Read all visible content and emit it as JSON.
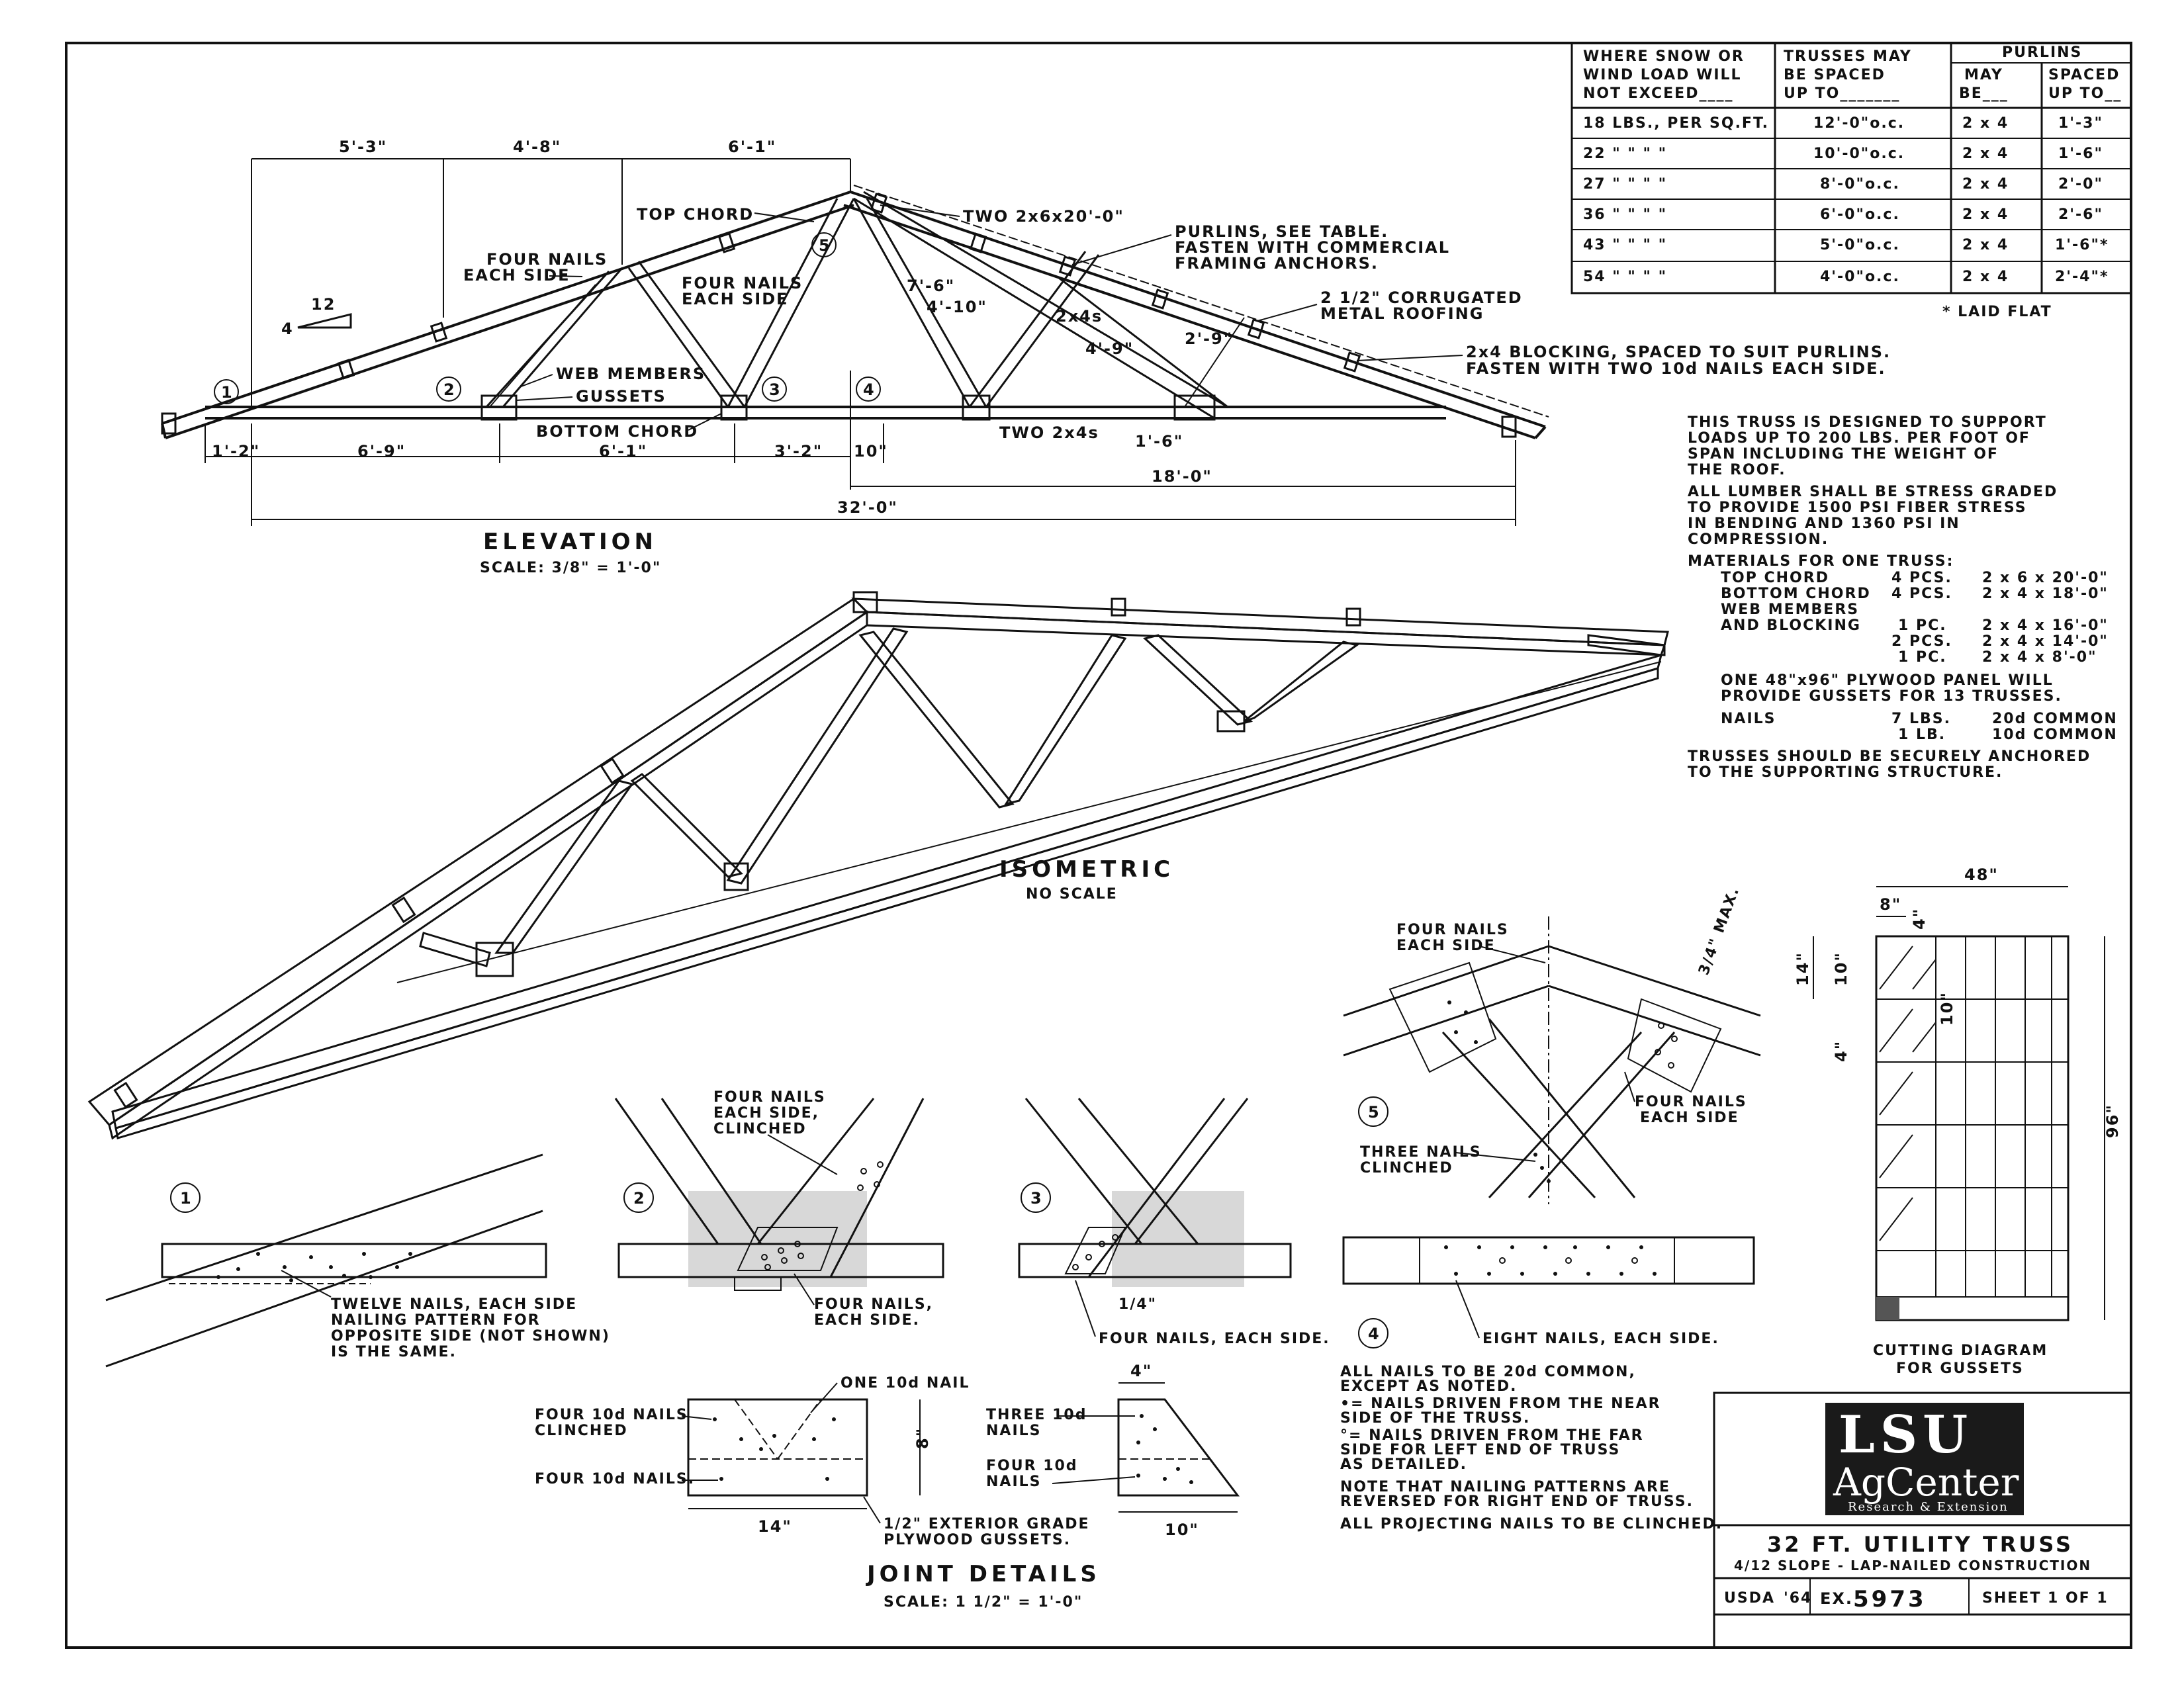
{
  "snow_table": {
    "headers": {
      "load": [
        "WHERE SNOW OR",
        "WIND LOAD WILL",
        "NOT EXCEED____"
      ],
      "trusses": [
        "TRUSSES MAY",
        "BE SPACED",
        "UP TO_______"
      ],
      "purlins": "PURLINS",
      "may": [
        "MAY",
        "BE___"
      ],
      "spaced": [
        "SPACED",
        "UP TO__"
      ]
    },
    "rows": [
      {
        "load": "18  LBS., PER SQ.FT.",
        "truss": "12'-0\"o.c.",
        "size": "2 x 4",
        "spacing": "1'-3\""
      },
      {
        "load": "22    \"     \"    \"    \"",
        "truss": "10'-0\"o.c.",
        "size": "2 x 4",
        "spacing": "1'-6\""
      },
      {
        "load": "27    \"     \"    \"    \"",
        "truss": "8'-0\"o.c.",
        "size": "2 x 4",
        "spacing": "2'-0\""
      },
      {
        "load": "36    \"     \"    \"    \"",
        "truss": "6'-0\"o.c.",
        "size": "2 x 4",
        "spacing": "2'-6\""
      },
      {
        "load": "43    \"     \"    \"    \"",
        "truss": "5'-0\"o.c.",
        "size": "2 x 4",
        "spacing": "1'-6\"*"
      },
      {
        "load": "54    \"     \"    \"    \"",
        "truss": "4'-0\"o.c.",
        "size": "2 x 4",
        "spacing": "2'-4\"*"
      }
    ],
    "footnote": "* LAID FLAT"
  },
  "elevation": {
    "caption": "ELEVATION",
    "scale": "SCALE: 3/8\" = 1'-0\"",
    "dims_top": [
      "5'-3\"",
      "4'-8\"",
      "6'-1\""
    ],
    "dims_bottom": [
      "1'-2\"",
      "6'-9\"",
      "6'-1\"",
      "3'-2\"",
      "10\"",
      "18'-0\"",
      "32'-0\""
    ],
    "dims_web": [
      "7'-6\"",
      "4'-10\"",
      "4'-9\"",
      "2'-9\"",
      "1'-6\""
    ],
    "slope": [
      "12",
      "4"
    ],
    "joints": [
      "1",
      "2",
      "3",
      "4",
      "5"
    ],
    "labels": {
      "top_chord": "TOP CHORD",
      "two_2x6": "TWO 2x6x20'-0\"",
      "purlins": [
        "PURLINS, SEE TABLE.",
        "FASTEN WITH COMMERCIAL",
        "FRAMING ANCHORS."
      ],
      "four_nails_a": [
        "FOUR NAILS",
        "EACH SIDE"
      ],
      "four_nails_b": [
        "FOUR NAILS",
        "EACH SIDE"
      ],
      "roofing": [
        "2 1/2\" CORRUGATED",
        "METAL ROOFING"
      ],
      "two_2x4s_web": "2x4s",
      "blocking": [
        "2x4 BLOCKING, SPACED TO SUIT PURLINS.",
        "FASTEN WITH TWO 10d NAILS EACH SIDE."
      ],
      "web_members": "WEB MEMBERS",
      "gussets": "GUSSETS",
      "bottom_chord": "BOTTOM CHORD",
      "two_2x4s": "TWO 2x4s"
    }
  },
  "notes": {
    "design": [
      "THIS TRUSS IS DESIGNED TO SUPPORT",
      "LOADS UP TO 200 LBS. PER FOOT OF",
      "SPAN INCLUDING THE WEIGHT OF",
      "THE ROOF."
    ],
    "lumber": [
      "ALL LUMBER SHALL BE STRESS GRADED",
      "TO PROVIDE 1500 PSI FIBER STRESS",
      "IN BENDING AND 1360 PSI IN",
      "COMPRESSION."
    ],
    "materials_title": "MATERIALS FOR ONE TRUSS:",
    "materials": [
      {
        "item": "TOP CHORD",
        "qty": "4 PCS.",
        "size": "2 x 6 x 20'-0\""
      },
      {
        "item": "BOTTOM CHORD",
        "qty": "4 PCS.",
        "size": "2 x 4 x 18'-0\""
      },
      {
        "item": "WEB MEMBERS",
        "qty": "",
        "size": ""
      },
      {
        "item": "AND BLOCKING",
        "qty": "1 PC.",
        "size": "2 x 4 x 16'-0\""
      },
      {
        "item": "",
        "qty": "2 PCS.",
        "size": "2 x 4 x 14'-0\""
      },
      {
        "item": "",
        "qty": "1 PC.",
        "size": "2 x 4 x 8'-0\""
      }
    ],
    "plywood": [
      "ONE 48\"x96\" PLYWOOD PANEL WILL",
      "PROVIDE GUSSETS FOR 13 TRUSSES."
    ],
    "nails": [
      {
        "item": "NAILS",
        "qty": "7 LBS.",
        "size": "20d COMMON"
      },
      {
        "item": "",
        "qty": "1 LB.",
        "size": "10d COMMON"
      }
    ],
    "anchor": [
      "TRUSSES SHOULD BE SECURELY ANCHORED",
      "TO THE SUPPORTING STRUCTURE."
    ]
  },
  "isometric": {
    "caption": "ISOMETRIC",
    "sub": "NO SCALE"
  },
  "details": {
    "d1": {
      "num": "1",
      "note": [
        "TWELVE NAILS, EACH SIDE",
        "NAILING PATTERN FOR",
        "OPPOSITE SIDE (NOT SHOWN)",
        "IS THE SAME."
      ]
    },
    "d2": {
      "num": "2",
      "top": [
        "FOUR NAILS",
        "EACH SIDE,",
        "CLINCHED"
      ],
      "bottom": [
        "FOUR NAILS,",
        "EACH SIDE."
      ]
    },
    "d3": {
      "num": "3",
      "note": "FOUR NAILS, EACH SIDE.",
      "dim": "1/4\""
    },
    "d4": {
      "num": "4",
      "note": "EIGHT NAILS, EACH SIDE."
    },
    "d5": {
      "num": "5",
      "tl": [
        "FOUR NAILS",
        "EACH SIDE"
      ],
      "r": [
        "FOUR NAILS",
        "EACH SIDE"
      ],
      "b": [
        "THREE NAILS",
        "CLINCHED"
      ],
      "max": "3/4\" MAX."
    }
  },
  "joint_details": {
    "caption": "JOINT DETAILS",
    "scale": "SCALE: 1 1/2\" = 1'-0\"",
    "one_10d": "ONE 10d NAIL",
    "four_10d_clinched": [
      "FOUR 10d NAILS",
      "CLINCHED"
    ],
    "four_10d": "FOUR 10d NAILS.",
    "three_10d": [
      "THREE 10d",
      "NAILS"
    ],
    "four_10d_b": [
      "FOUR 10d",
      "NAILS"
    ],
    "plywood": [
      "1/2\" EXTERIOR GRADE",
      "PLYWOOD GUSSETS."
    ],
    "dims": {
      "w14": "14\"",
      "h8": "8\"",
      "w4": "4\"",
      "w10": "10\""
    }
  },
  "gusset_cut": {
    "w": "48\"",
    "h": "96\"",
    "a": "8\"",
    "b": "4\"",
    "c": "14\"",
    "d": "10\"",
    "e": "10\"",
    "f": "4\"",
    "caption": [
      "CUTTING DIAGRAM",
      "FOR GUSSETS"
    ]
  },
  "general_notes": [
    "ALL NAILS TO BE 20d COMMON,",
    "EXCEPT AS NOTED.",
    "•= NAILS DRIVEN FROM THE NEAR",
    "SIDE OF THE TRUSS.",
    "°= NAILS DRIVEN FROM THE FAR",
    "SIDE FOR LEFT END OF TRUSS",
    "AS DETAILED.",
    "NOTE THAT NAILING PATTERNS ARE",
    "REVERSED FOR RIGHT END OF TRUSS.",
    "ALL PROJECTING NAILS TO BE CLINCHED."
  ],
  "title_block": {
    "logo_top": "LSU",
    "logo_mid": "AgCenter",
    "logo_sub": "Research & Extension",
    "title": "32 FT. UTILITY TRUSS",
    "subtitle": "4/12 SLOPE - LAP-NAILED CONSTRUCTION",
    "agency": "USDA",
    "year": "'64",
    "ex": "EX.",
    "number": "5973",
    "sheet": "SHEET 1 OF 1"
  }
}
